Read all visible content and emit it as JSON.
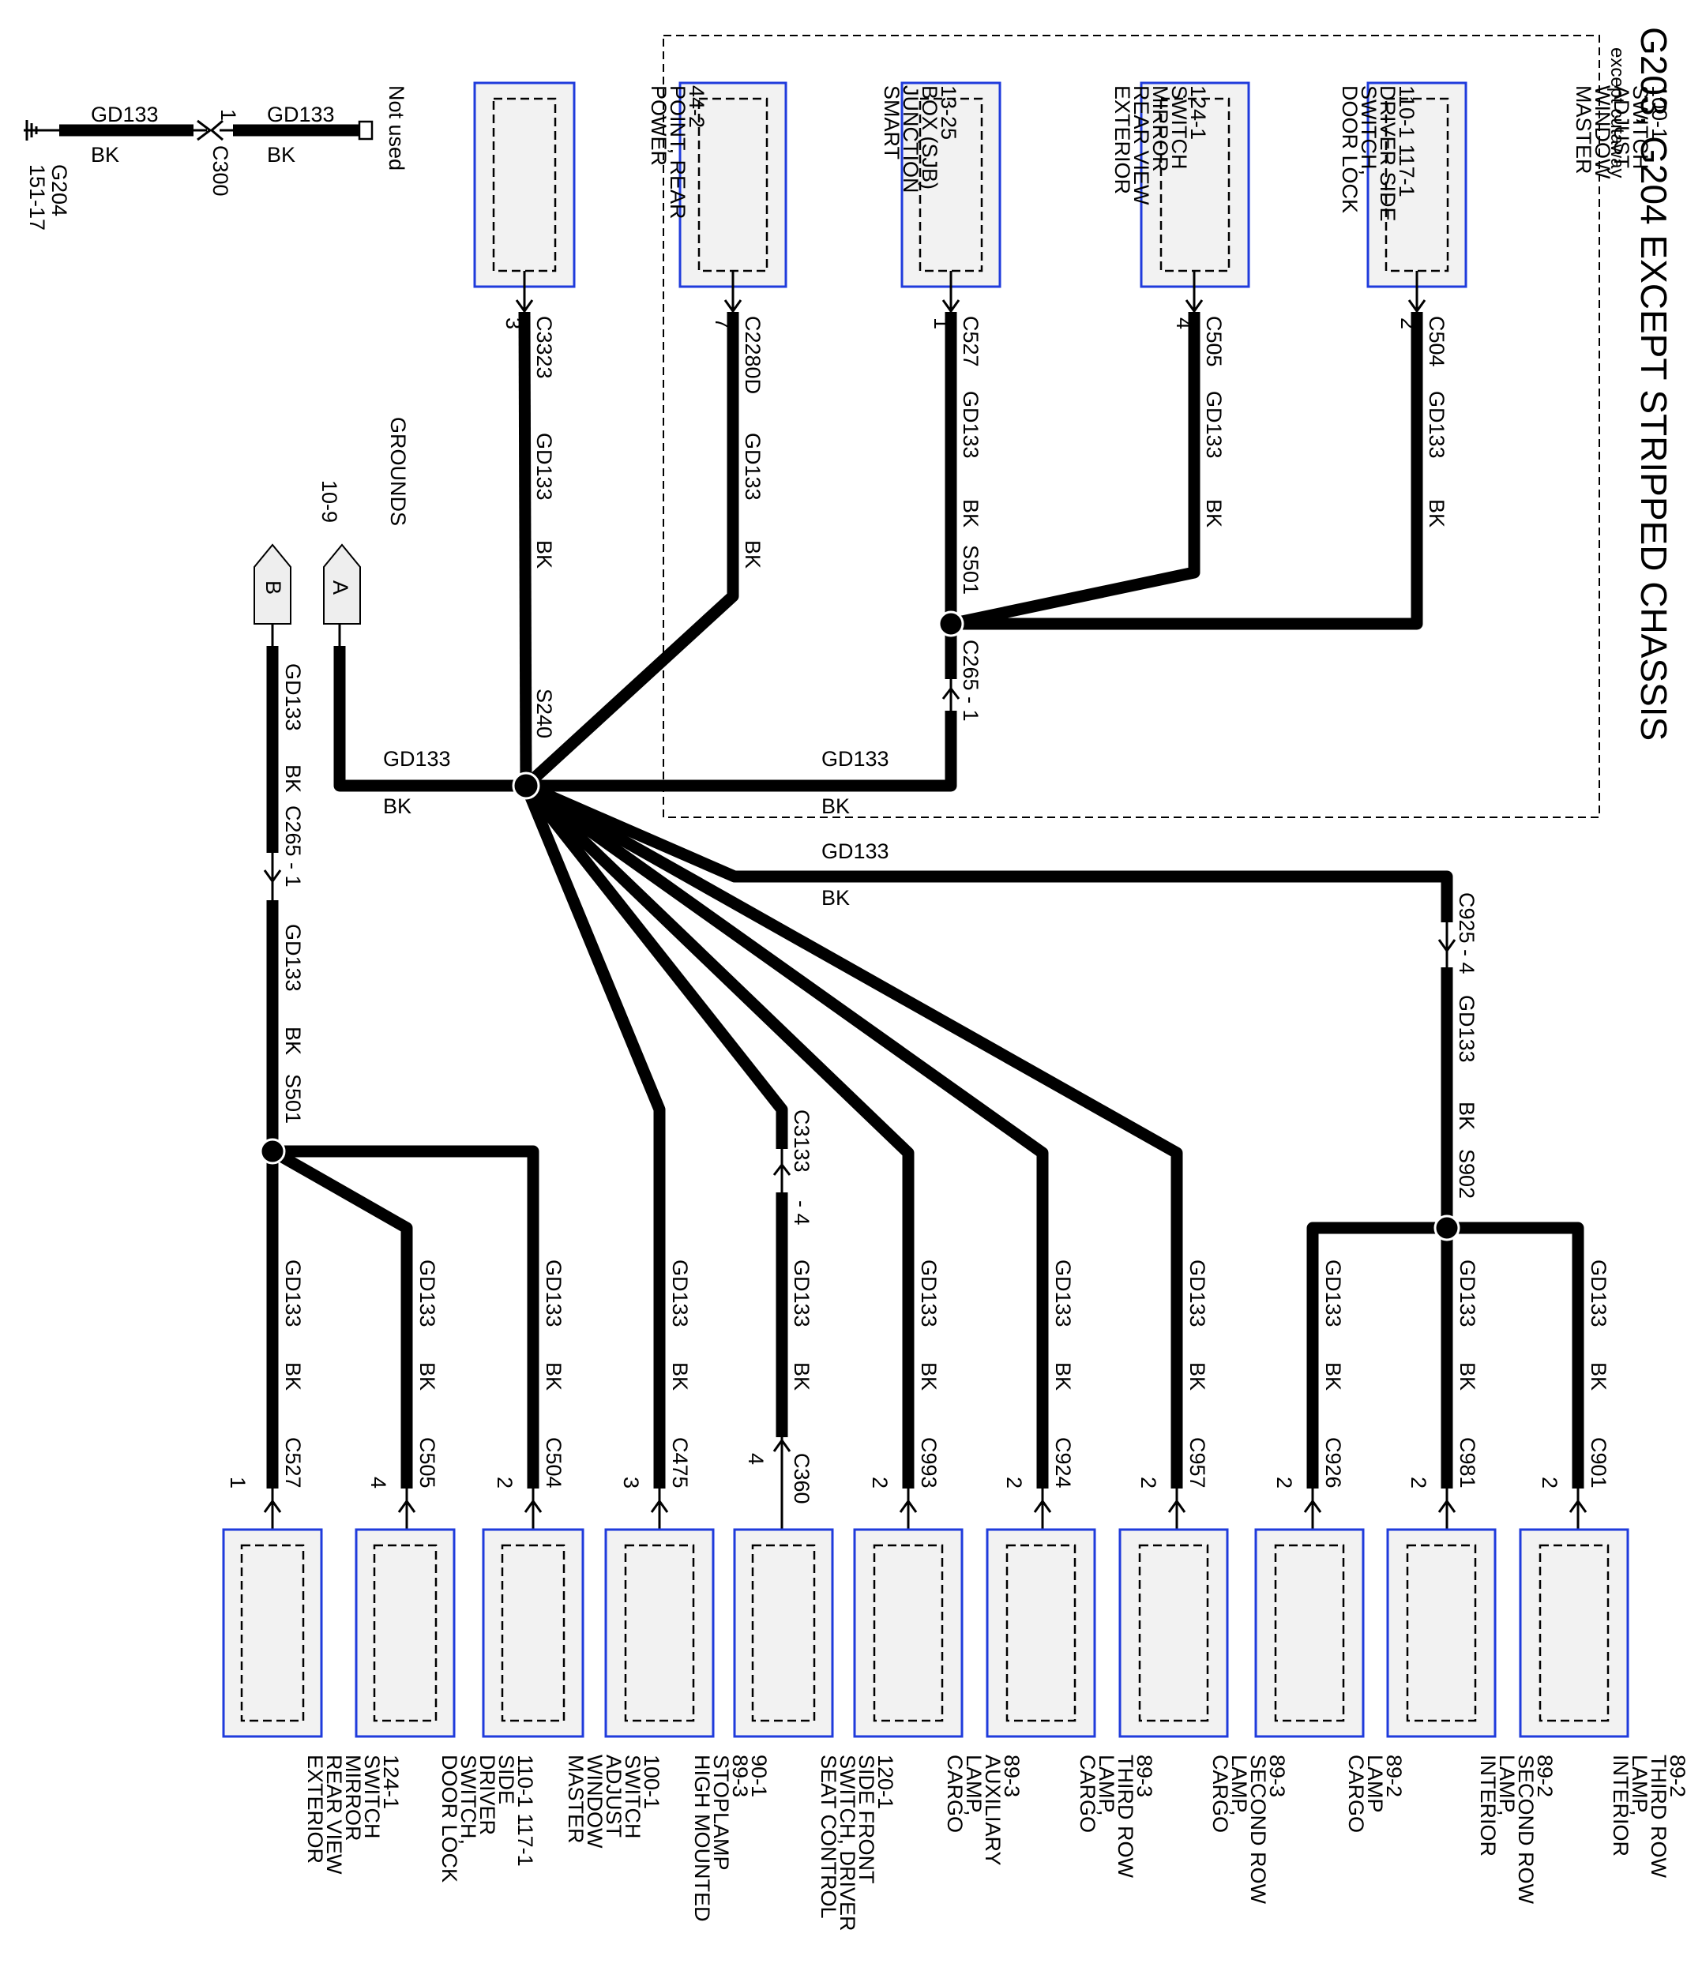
{
  "title": "G203, G204 EXCEPT STRIPPED CHASSIS",
  "cutaway_note": "except cutaway",
  "ground_g204": {
    "circuit_1": "GD133",
    "color_1": "BK",
    "connector": "C300",
    "pin": "1",
    "circuit_2": "GD133",
    "color_2": "BK",
    "not_used": "Not used",
    "ground_name": "G204",
    "ground_ref": "151-17"
  },
  "grounds_header": "GROUNDS",
  "grounds_ref": "10-9",
  "grounds_tags": [
    "A",
    "B"
  ],
  "top_components": [
    {
      "name_lines": [
        "MASTER",
        "WINDOW",
        "ADJUST",
        "SWITCH",
        "100-1"
      ],
      "connector": "C504",
      "pin": "2",
      "circuit": "GD133",
      "color": "BK"
    },
    {
      "name_lines": [
        "DOOR LOCK",
        "SWITCH,",
        "DRIVER SIDE",
        "110-1   117-1"
      ],
      "connector": "C505",
      "pin": "4",
      "circuit": "GD133",
      "color": "BK"
    },
    {
      "name_lines": [
        "EXTERIOR",
        "REAR VIEW",
        "MIRROR",
        "SWITCH",
        "124-1"
      ],
      "connector": "C527",
      "pin": "1",
      "circuit": "GD133",
      "color": "BK",
      "splice": "S501"
    },
    {
      "name_lines": [
        "SMART",
        "JUNCTION",
        "BOX (SJB)",
        "13-25"
      ],
      "connector": "C2280D",
      "pin": "7",
      "circuit": "GD133",
      "color": "BK"
    },
    {
      "name_lines": [
        "POWER",
        "POINT, REAR",
        "44-2"
      ],
      "connector": "C3323",
      "pin": "3",
      "circuit": "GD133",
      "color": "BK",
      "splice": "S240"
    }
  ],
  "inline_connectors": {
    "c265_top": "C265 - 1",
    "c265_left": "C265 - 1",
    "c925": "C925 - 4",
    "c3133": "C3133",
    "c3133_pin": "- 4"
  },
  "mid_wires": {
    "cutaway_circuit": "GD133",
    "cutaway_color": "BK",
    "a_circuit": "GD133",
    "a_color": "BK",
    "right_circuit": "GD133",
    "right_color": "BK",
    "b_circuit": "GD133",
    "b_color": "BK",
    "b_circuit_2": "GD133",
    "b_color_2": "BK",
    "s501_left": "S501",
    "s902_circuit": "GD133",
    "s902_color": "BK",
    "s902": "S902"
  },
  "bottom_components": [
    {
      "name_lines": [
        "EXTERIOR",
        "REAR VIEW",
        "MIRROR",
        "SWITCH",
        "124-1"
      ],
      "connector": "C527",
      "pin": "1",
      "circuit": "GD133",
      "color": "BK"
    },
    {
      "name_lines": [
        "DOOR LOCK",
        "SWITCH,",
        "DRIVER",
        "SIDE",
        "110-1   117-1"
      ],
      "connector": "C505",
      "pin": "4",
      "circuit": "GD133",
      "color": "BK"
    },
    {
      "name_lines": [
        "MASTER",
        "WINDOW",
        "ADJUST",
        "SWITCH",
        "100-1"
      ],
      "connector": "C504",
      "pin": "2",
      "circuit": "GD133",
      "color": "BK"
    },
    {
      "name_lines": [
        "HIGH MOUNTED",
        "STOPLAMP",
        "89-3",
        "90-1"
      ],
      "connector": "C475",
      "pin": "3",
      "circuit": "GD133",
      "color": "BK"
    },
    {
      "name_lines": [
        "SEAT CONTROL",
        "SWITCH, DRIVER",
        "SIDE FRONT",
        "120-1"
      ],
      "connector": "C360",
      "pin": "4",
      "circuit": "GD133",
      "color": "BK"
    },
    {
      "name_lines": [
        "CARGO",
        "LAMP,",
        "AUXILIARY",
        "89-3"
      ],
      "connector": "C993",
      "pin": "2",
      "circuit": "GD133",
      "color": "BK"
    },
    {
      "name_lines": [
        "CARGO",
        "LAMP,",
        "THIRD ROW",
        "89-3"
      ],
      "connector": "C924",
      "pin": "2",
      "circuit": "GD133",
      "color": "BK"
    },
    {
      "name_lines": [
        "CARGO",
        "LAMP,",
        "SECOND ROW",
        "89-3"
      ],
      "connector": "C957",
      "pin": "2",
      "circuit": "GD133",
      "color": "BK"
    },
    {
      "name_lines": [
        "CARGO",
        "LAMP",
        "89-2"
      ],
      "connector": "C926",
      "pin": "2",
      "circuit": "GD133",
      "color": "BK"
    },
    {
      "name_lines": [
        "INTERIOR",
        "LAMP,",
        "SECOND ROW",
        "89-2"
      ],
      "connector": "C981",
      "pin": "2",
      "circuit": "GD133",
      "color": "BK"
    },
    {
      "name_lines": [
        "INTERIOR",
        "LAMP,",
        "THIRD ROW",
        "89-2"
      ],
      "connector": "C901",
      "pin": "2",
      "circuit": "GD133",
      "color": "BK"
    }
  ]
}
